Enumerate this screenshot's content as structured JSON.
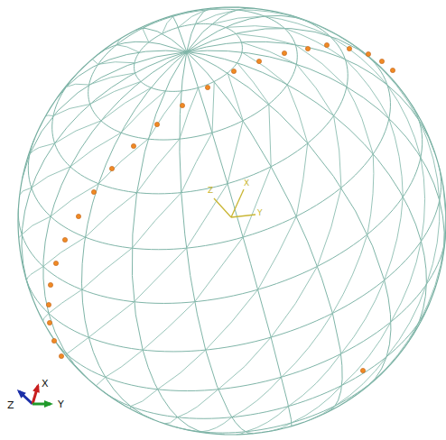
{
  "diagram": {
    "labels": [
      "Z",
      "X",
      "Y",
      "Z",
      "X",
      "Y"
    ]
  }
}
